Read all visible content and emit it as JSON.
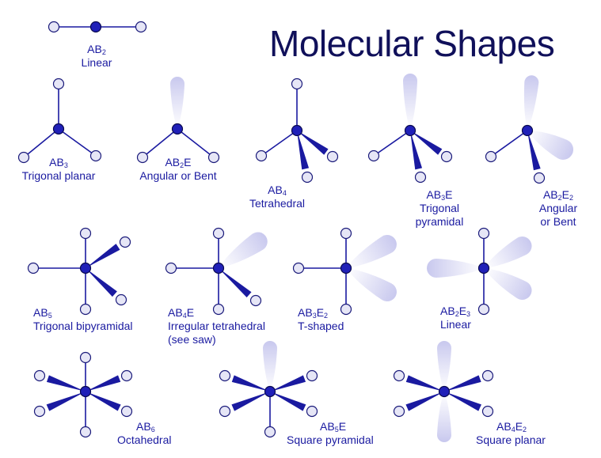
{
  "title": "Molecular Shapes",
  "colors": {
    "bond": "#1a1aa0",
    "central": "#2020b8",
    "outer_fill": "#e6e6f6",
    "outer_stroke": "#1a1a7a",
    "lone_pair": "#c8c8ee",
    "text": "#1a1aa0"
  },
  "shapes": [
    {
      "formula": [
        "AB",
        "2",
        ""
      ],
      "name_lines": [
        "Linear"
      ]
    },
    {
      "formula": [
        "AB",
        "3",
        ""
      ],
      "name_lines": [
        "Trigonal planar"
      ]
    },
    {
      "formula": [
        "AB",
        "2",
        "E"
      ],
      "name_lines": [
        "Angular or Bent"
      ]
    },
    {
      "formula": [
        "AB",
        "4",
        ""
      ],
      "name_lines": [
        "Tetrahedral"
      ]
    },
    {
      "formula": [
        "AB",
        "3",
        "E"
      ],
      "name_lines": [
        "Trigonal",
        "pyramidal"
      ]
    },
    {
      "formula": [
        "AB",
        "2",
        "E",
        "2"
      ],
      "name_lines": [
        "Angular",
        "or Bent"
      ]
    },
    {
      "formula": [
        "AB",
        "5",
        ""
      ],
      "name_lines": [
        "Trigonal bipyramidal"
      ]
    },
    {
      "formula": [
        "AB",
        "4",
        "E"
      ],
      "name_lines": [
        "Irregular tetrahedral",
        "(see saw)"
      ]
    },
    {
      "formula": [
        "AB",
        "3",
        "E",
        "2"
      ],
      "name_lines": [
        "T-shaped"
      ]
    },
    {
      "formula": [
        "AB",
        "2",
        "E",
        "3"
      ],
      "name_lines": [
        "Linear"
      ]
    },
    {
      "formula": [
        "AB",
        "6",
        ""
      ],
      "name_lines": [
        "Octahedral"
      ]
    },
    {
      "formula": [
        "AB",
        "5",
        "E"
      ],
      "name_lines": [
        "Square pyramidal"
      ]
    },
    {
      "formula": [
        "AB",
        "4",
        "E",
        "2"
      ],
      "name_lines": [
        "Square planar"
      ]
    }
  ]
}
